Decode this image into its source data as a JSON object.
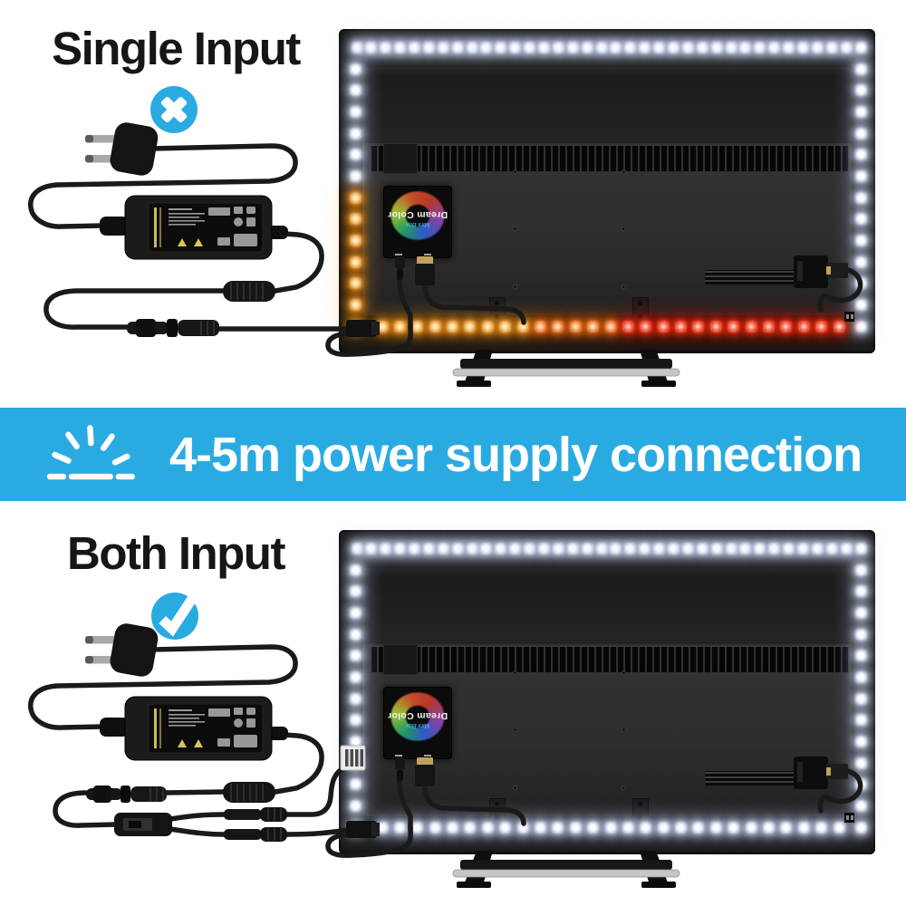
{
  "colors": {
    "accent_cyan": "#29abe2",
    "heading_text": "#161616",
    "background": "#ffffff"
  },
  "banner": {
    "label": "4-5m power supply connection",
    "icon": "shine-icon",
    "bg": "#29abe2"
  },
  "sections": {
    "single": {
      "heading": "Single Input",
      "badge": {
        "kind": "cross",
        "meaning": "not-recommended"
      },
      "controller": {
        "brand": "Dream Color",
        "model": "Mini Box"
      },
      "led_strips": {
        "top": {
          "segments": [
            {
              "count": 36,
              "color": "white"
            }
          ]
        },
        "right": {
          "segments": [
            {
              "count": 13,
              "color": "white"
            }
          ]
        },
        "left": {
          "segments": [
            {
              "count": 6,
              "color": "white"
            },
            {
              "count": 7,
              "color": "orange"
            }
          ]
        },
        "bottom": {
          "segments": [
            {
              "count": 9,
              "color": "orange"
            },
            {
              "count": 5,
              "color": "orangered"
            },
            {
              "count": 13,
              "color": "red"
            }
          ]
        }
      }
    },
    "both": {
      "heading": "Both Input",
      "badge": {
        "kind": "check",
        "meaning": "recommended"
      },
      "controller": {
        "brand": "Dream Color",
        "model": "Mini Box"
      },
      "led_strips": {
        "top": {
          "segments": [
            {
              "count": 36,
              "color": "white"
            }
          ]
        },
        "right": {
          "segments": [
            {
              "count": 13,
              "color": "white"
            }
          ]
        },
        "left": {
          "segments": [
            {
              "count": 13,
              "color": "white"
            }
          ]
        },
        "bottom": {
          "segments": [
            {
              "count": 27,
              "color": "white"
            }
          ]
        }
      }
    }
  },
  "led_palette": {
    "white": {
      "core": "#ffffff",
      "glow": "#c9d4f4"
    },
    "orange": {
      "core": "#ffe2b0",
      "glow": "#ff9615"
    },
    "orangered": {
      "core": "#ffc79c",
      "glow": "#ff6a08"
    },
    "red": {
      "core": "#ff9e8a",
      "glow": "#ff2505"
    }
  }
}
